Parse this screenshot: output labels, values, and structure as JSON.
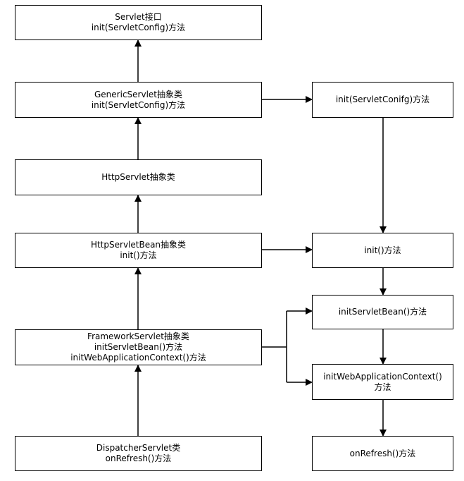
{
  "nodes": {
    "servlet": [
      "Servlet接口",
      "init(ServletConfig)方法"
    ],
    "generic": [
      "GenericServlet抽象类",
      "init(ServletConfig)方法"
    ],
    "http": [
      "HttpServlet抽象类"
    ],
    "httpbean": [
      "HttpServletBean抽象类",
      "init()方法"
    ],
    "framework": [
      "FrameworkServlet抽象类",
      "initServletBean()方法",
      "initWebApplicationContext()方法"
    ],
    "dispatcher": [
      "DispatcherServlet类",
      "onRefresh()方法"
    ],
    "r_init_config": [
      "init(ServletConifg)方法"
    ],
    "r_init": [
      "init()方法"
    ],
    "r_init_bean": [
      "initServletBean()方法"
    ],
    "r_init_web": [
      "initWebApplicationContext()",
      "方法"
    ],
    "r_onrefresh": [
      "onRefresh()方法"
    ]
  },
  "edges": [
    {
      "from": "generic",
      "to": "servlet",
      "kind": "inherits"
    },
    {
      "from": "http",
      "to": "generic",
      "kind": "inherits"
    },
    {
      "from": "httpbean",
      "to": "http",
      "kind": "inherits"
    },
    {
      "from": "framework",
      "to": "httpbean",
      "kind": "inherits"
    },
    {
      "from": "dispatcher",
      "to": "framework",
      "kind": "inherits"
    },
    {
      "from": "generic",
      "to": "r_init_config",
      "kind": "calls"
    },
    {
      "from": "r_init_config",
      "to": "r_init",
      "kind": "calls"
    },
    {
      "from": "httpbean",
      "to": "r_init",
      "kind": "calls"
    },
    {
      "from": "r_init",
      "to": "r_init_bean",
      "kind": "calls"
    },
    {
      "from": "framework",
      "to": "r_init_bean",
      "kind": "calls"
    },
    {
      "from": "framework",
      "to": "r_init_web",
      "kind": "calls"
    },
    {
      "from": "r_init_bean",
      "to": "r_init_web",
      "kind": "calls"
    },
    {
      "from": "r_init_web",
      "to": "r_onrefresh",
      "kind": "calls"
    }
  ]
}
